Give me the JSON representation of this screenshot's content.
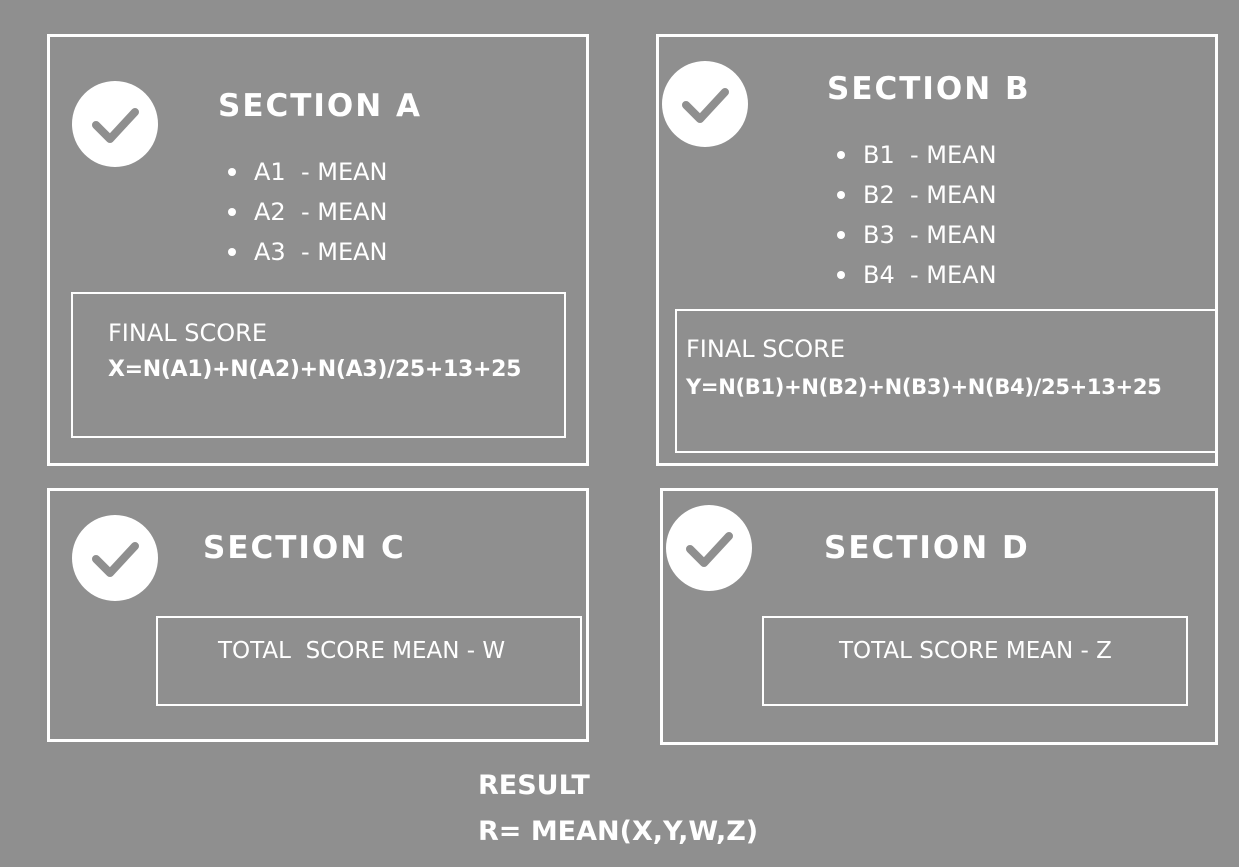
{
  "colors": {
    "background": "#8f8f8f",
    "foreground": "#ffffff",
    "check_mark": "#8f8f8f"
  },
  "section_a": {
    "icon": "check-circle-icon",
    "title": "SECTION A",
    "items": [
      "A1  - MEAN",
      "A2  - MEAN",
      "A3  - MEAN"
    ],
    "score_label": "FINAL SCORE",
    "formula": "X=N(A1)+N(A2)+N(A3)/25+13+25"
  },
  "section_b": {
    "icon": "check-circle-icon",
    "title": "SECTION B",
    "items": [
      "B1  - MEAN",
      "B2  - MEAN",
      "B3  - MEAN",
      "B4  - MEAN"
    ],
    "score_label": "FINAL SCORE",
    "formula": "Y=N(B1)+N(B2)+N(B3)+N(B4)/25+13+25"
  },
  "section_c": {
    "icon": "check-circle-icon",
    "title": "SECTION C",
    "total_label": "TOTAL  SCORE MEAN - W"
  },
  "section_d": {
    "icon": "check-circle-icon",
    "title": "SECTION D",
    "total_label": "TOTAL SCORE MEAN - Z"
  },
  "result": {
    "label": "RESULT",
    "formula": "R= MEAN(X,Y,W,Z)"
  }
}
